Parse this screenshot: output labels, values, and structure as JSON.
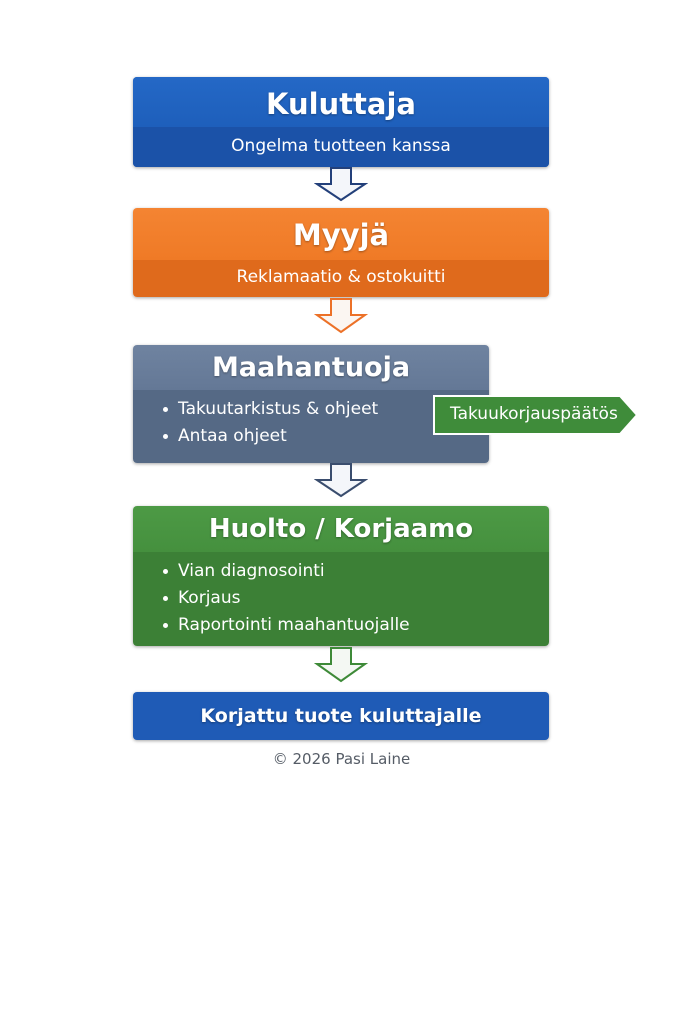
{
  "boxes": {
    "consumer": {
      "title": "Kuluttaja",
      "subtitle": "Ongelma tuotteen kanssa"
    },
    "seller": {
      "title": "Myyjä",
      "subtitle": "Reklamaatio & ostokuitti"
    },
    "importer": {
      "title": "Maahantuoja",
      "items": [
        "Takuutarkistus & ohjeet",
        "Antaa ohjeet"
      ]
    },
    "service": {
      "title": "Huolto / Korjaamo",
      "items": [
        "Vian diagnosointi",
        "Korjaus",
        "Raportointi maahantuojalle"
      ]
    },
    "result": {
      "title": "Korjattu tuote kuluttajalle"
    }
  },
  "tag": {
    "label": "Takuukorjauspäätös"
  },
  "footer": "© 2026 Pasi Laine",
  "colors": {
    "blue": "#1f5fbd",
    "orange": "#ef7a26",
    "slate": "#5f7390",
    "green": "#45903e"
  }
}
